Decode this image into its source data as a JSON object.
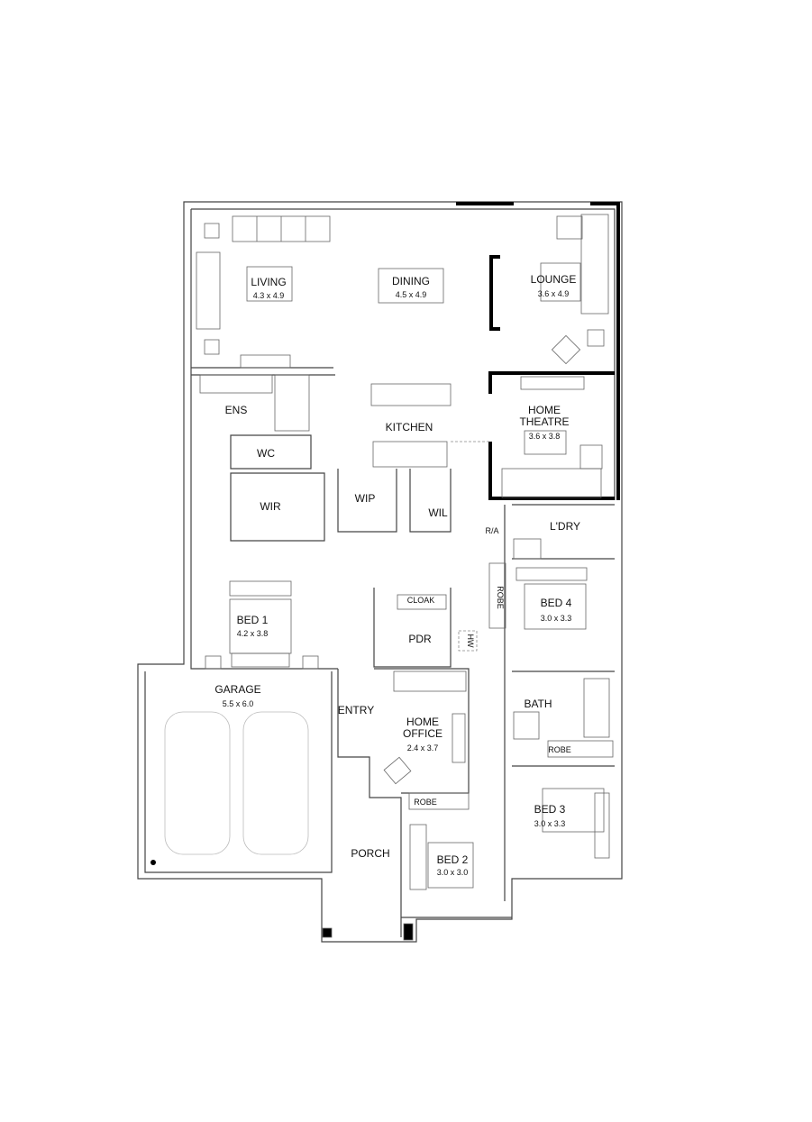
{
  "rooms": {
    "living": {
      "name": "LIVING",
      "size": "4.3 x 4.9"
    },
    "dining": {
      "name": "DINING",
      "size": "4.5 x 4.9"
    },
    "lounge": {
      "name": "LOUNGE",
      "size": "3.6 x 4.9"
    },
    "ens": {
      "name": "ENS"
    },
    "wc": {
      "name": "WC"
    },
    "kitchen": {
      "name": "KITCHEN"
    },
    "home_theatre": {
      "name_line1": "HOME",
      "name_line2": "THEATRE",
      "size": "3.6 x 3.8"
    },
    "wir": {
      "name": "WIR"
    },
    "wip": {
      "name": "WIP"
    },
    "wil": {
      "name": "WIL"
    },
    "ra": {
      "name": "R/A"
    },
    "laundry": {
      "name": "L'DRY"
    },
    "robe_bed4": {
      "name": "ROBE"
    },
    "bed4": {
      "name": "BED 4",
      "size": "3.0 x 3.3"
    },
    "cloak": {
      "name": "CLOAK"
    },
    "pdr": {
      "name": "PDR"
    },
    "hw": {
      "name": "HW"
    },
    "bed1": {
      "name": "BED 1",
      "size": "4.2 x 3.8"
    },
    "garage": {
      "name": "GARAGE",
      "size": "5.5 x 6.0"
    },
    "entry": {
      "name": "ENTRY"
    },
    "home_office": {
      "name_line1": "HOME",
      "name_line2": "OFFICE",
      "size": "2.4 x 3.7"
    },
    "bath": {
      "name": "BATH"
    },
    "robe_bed3": {
      "name": "ROBE"
    },
    "robe_bed2": {
      "name": "ROBE"
    },
    "bed3": {
      "name": "BED 3",
      "size": "3.0 x 3.3"
    },
    "porch": {
      "name": "PORCH"
    },
    "bed2": {
      "name": "BED 2",
      "size": "3.0 x 3.0"
    }
  },
  "colors": {
    "walls": "#444444",
    "feature_walls": "#000000",
    "background": "#ffffff"
  }
}
